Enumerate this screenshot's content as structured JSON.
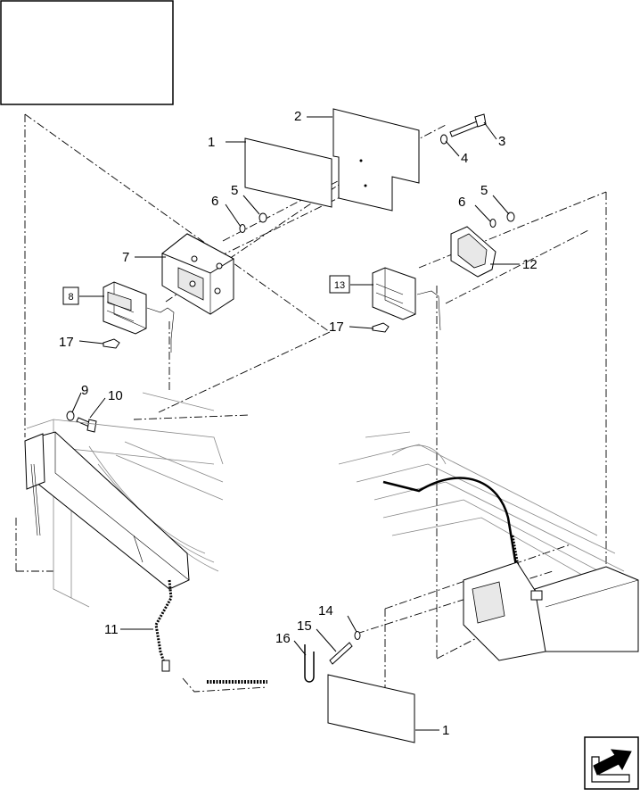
{
  "title_block": {
    "text": ""
  },
  "callouts": {
    "c1a": "1",
    "c2": "2",
    "c3": "3",
    "c4": "4",
    "c5a": "5",
    "c6a": "6",
    "c7": "7",
    "c8": "8",
    "c17a": "17",
    "c9": "9",
    "c10": "10",
    "c11": "11",
    "c5b": "5",
    "c6b": "6",
    "c12": "12",
    "c13": "13",
    "c17b": "17",
    "c14": "14",
    "c15": "15",
    "c16": "16",
    "c1b": "1"
  },
  "nav_icon": "next-page-arrow-icon"
}
